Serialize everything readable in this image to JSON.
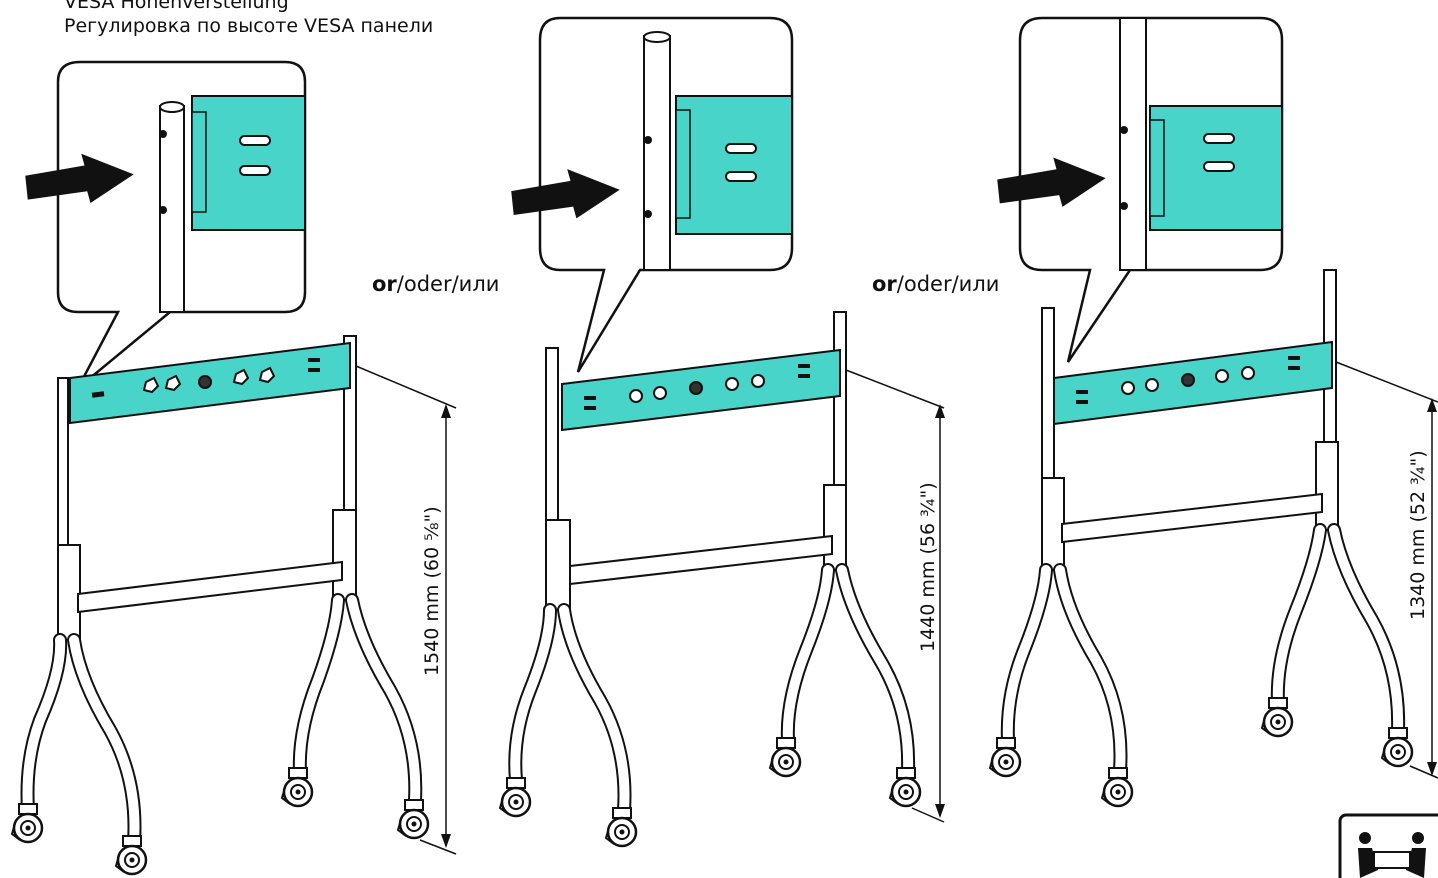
{
  "header": {
    "line1": "VESA Höhenverstellung",
    "line2": "Регулировка по высоте VESA панели"
  },
  "separator": {
    "bold": "or",
    "rest": "/oder/или"
  },
  "dimensions": [
    {
      "label": "1540 mm (60 ⅝\")"
    },
    {
      "label": "1440 mm (56 ¾\")"
    },
    {
      "label": "1340 mm (52 ¾\")"
    }
  ],
  "colors": {
    "panel": "#48d4c8",
    "line": "#111111"
  },
  "icons": [
    "arrow-icon",
    "two-person-lift-icon"
  ]
}
